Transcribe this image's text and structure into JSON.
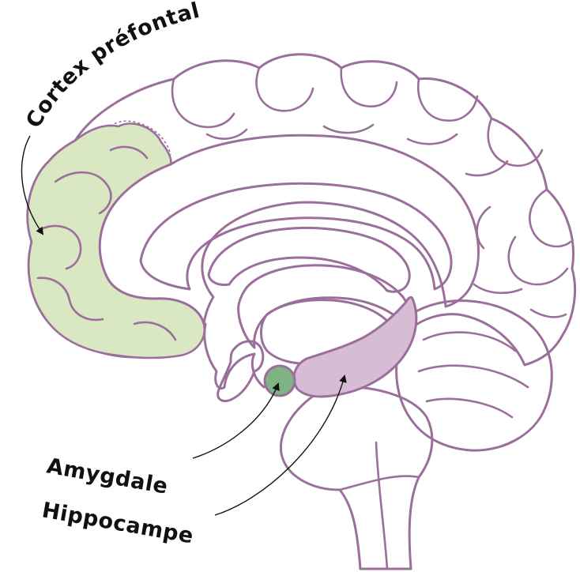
{
  "labels": {
    "prefrontal_cortex": "Cortex préfontal",
    "amygdala": "Amygdale",
    "hippocampus": "Hippocampe"
  },
  "colors": {
    "outline": "#9b6f9b",
    "prefrontal_fill": "#d9e8c2",
    "amygdala_fill": "#7fb383",
    "hippocampus_fill": "#d7bcd6",
    "label": "#111111",
    "background": "#ffffff"
  }
}
